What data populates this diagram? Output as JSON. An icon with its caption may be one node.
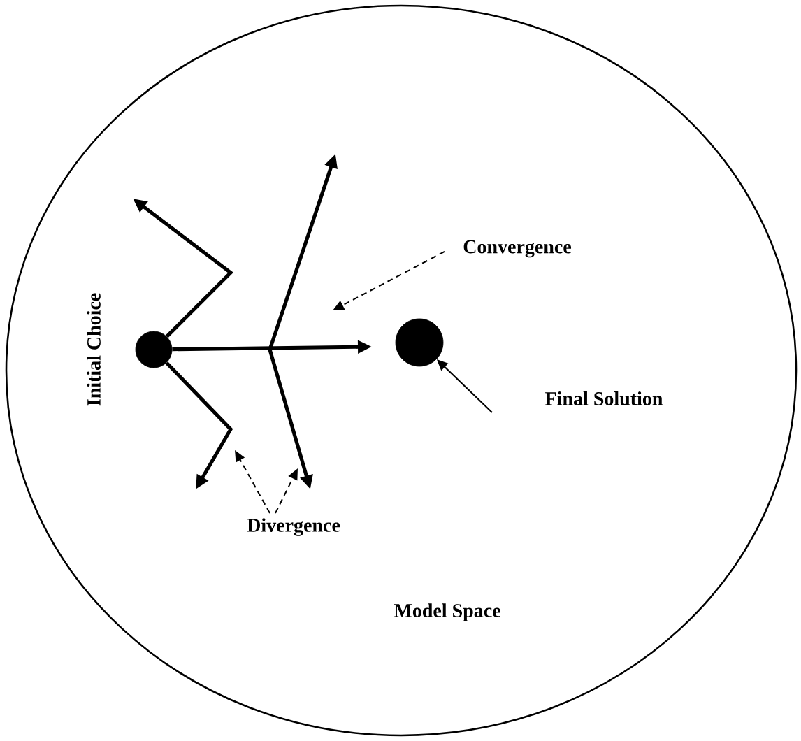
{
  "diagram": {
    "nodes": [
      {
        "text": [
          "Model Space"
        ]
      },
      {
        "text": [],
        "shape": "circle",
        "in": 0,
        "beside": [
          "Initial Choice"
        ]
      },
      {
        "text": [],
        "shape": "circle",
        "in": 0
      },
      {
        "text": [
          "Final Solution"
        ],
        "in": 0
      },
      {
        "text": [
          "Convergence"
        ],
        "in": 0
      },
      {
        "text": [
          "Divergence"
        ],
        "in": 0
      }
    ],
    "edges": [
      {
        "from": 1,
        "to": null,
        "arrow": "to",
        "style": "thick"
      },
      {
        "from": 1,
        "to": null,
        "arrow": "to",
        "style": "thick"
      },
      {
        "from": 1,
        "to": null,
        "arrow": "to",
        "style": "thick"
      },
      {
        "from": 4,
        "to": null,
        "arrow": "to",
        "style": "dashed"
      },
      {
        "from": 5,
        "to": null,
        "arrow": "to",
        "style": "dashed"
      },
      {
        "from": 5,
        "to": null,
        "arrow": "to",
        "style": "dashed"
      },
      {
        "from": 3,
        "to": 2,
        "arrow": "to"
      }
    ]
  }
}
